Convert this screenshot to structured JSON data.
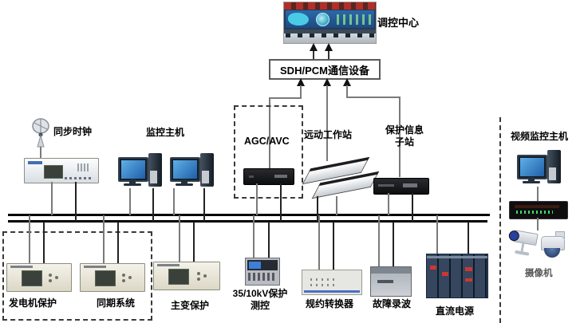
{
  "diagram": {
    "control_center": "调控中心",
    "sdh_box": "SDH/PCM通信设备",
    "sync_clock": "同步时钟",
    "monitor_host": "监控主机",
    "agc_avc": "AGC/AVC",
    "remote_workstation": "远动工作站",
    "protection_info_line1": "保护信息",
    "protection_info_line2": "子站",
    "video_host": "视频监控主机",
    "generator_protection": "发电机保护",
    "sync_system": "同期系统",
    "transformer_protection": "主变保护",
    "kv_protection_line1": "35/10kV保护",
    "kv_protection_line2": "测控",
    "protocol_converter": "规约转换器",
    "fault_recorder": "故障录波",
    "dc_power": "直流电源",
    "camera": "摄像机"
  },
  "colors": {
    "bus_line": "#000000",
    "connector_line": "#7a7a7a",
    "screen_blue": "#2e6fd0",
    "photo_background": "#243b5c",
    "led_green": "#43d96b",
    "dc_red": "#cc3733"
  }
}
